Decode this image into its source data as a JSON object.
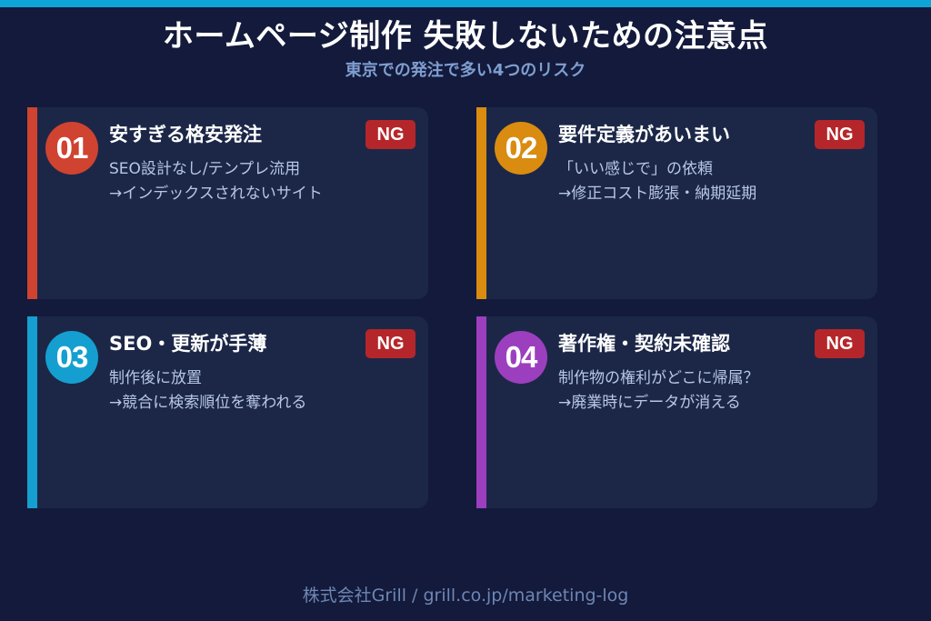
{
  "header": {
    "title": "ホームページ制作 失敗しないための注意点",
    "subtitle": "東京での発注で多い4つのリスク"
  },
  "colors": {
    "background": "#131a3b",
    "card": "#1c2748",
    "top_bar": "#0ea5d6",
    "ng_badge": "#b5262a"
  },
  "cards": [
    {
      "number": "01",
      "title": "安すぎる格安発注",
      "badge": "NG",
      "line1": "SEO設計なし/テンプレ流用",
      "line2": "→インデックスされないサイト",
      "color": "#cf4330"
    },
    {
      "number": "02",
      "title": "要件定義があいまい",
      "badge": "NG",
      "line1": "「いい感じで」の依頼",
      "line2": "→修正コスト膨張・納期延期",
      "color": "#d98c10"
    },
    {
      "number": "03",
      "title": "SEO・更新が手薄",
      "badge": "NG",
      "line1": "制作後に放置",
      "line2": "→競合に検索順位を奪われる",
      "color": "#149fd0"
    },
    {
      "number": "04",
      "title": "著作権・契約未確認",
      "badge": "NG",
      "line1": "制作物の権利がどこに帰属？",
      "line2": "→廃業時にデータが消える",
      "color": "#9c3fbe"
    }
  ],
  "footer": {
    "text": "株式会社Grill / grill.co.jp/marketing-log"
  }
}
